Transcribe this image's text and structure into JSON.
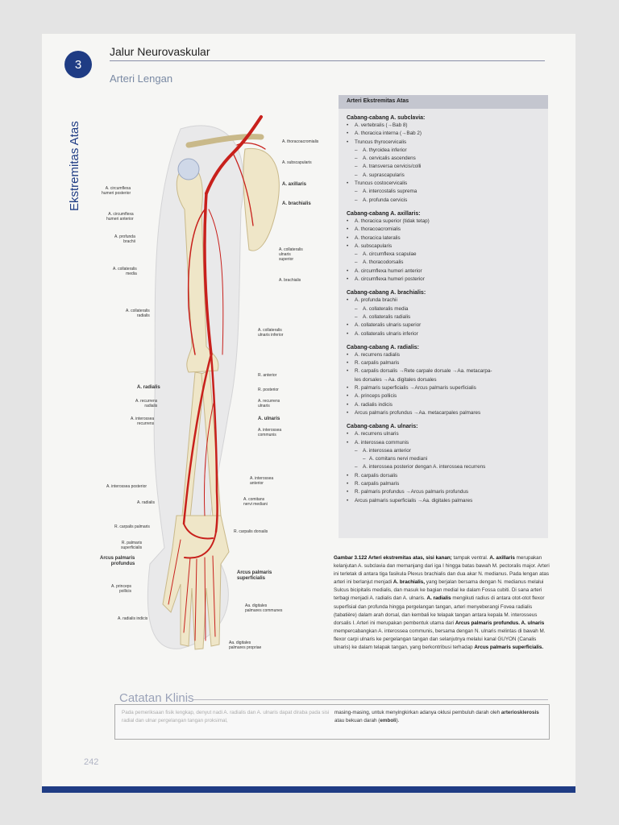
{
  "header": {
    "chapter_number": "3",
    "title": "Jalur Neurovaskular",
    "subtitle": "Arteri Lengan",
    "side_label": "Ekstremitas Atas"
  },
  "figure": {
    "labels_right": [
      "A. thoracoacromialis",
      "A. subscapularis",
      "A. axillaris",
      "A. brachialis",
      "A. collateralis\nulnaris\nsuperior",
      "A. brachialis",
      "A. collateralis\nulnaris inferior",
      "R. anterior",
      "R. posterior",
      "A. recurrens\nulnaris",
      "A. ulnaris",
      "A. interossea\ncommunis",
      "A. interossea\nanterior",
      "A. comitans\nnervi mediani",
      "R. carpalis dorsalis",
      "Arcus palmaris\nsuperficialis",
      "Aa. digitales\npalmares communes",
      "Aa. digitales\npalmares propriae"
    ],
    "labels_left": [
      "A. circumflexa\nhumeri posterior",
      "A. circumflexa\nhumeri anterior",
      "A. profunda\nbrachii",
      "A. collateralis\nmedia",
      "A. collateralis\nradialis",
      "A. radialis",
      "A. recurrens\nradialis",
      "A. interossea\nrecurrens",
      "A. interossea posterior",
      "A. radialis",
      "R. carpalis palmaris",
      "R. palmaris\nsuperficialis",
      "Arcus palmaris\nprofundus",
      "A. princeps\npollicis",
      "A. radialis indicis"
    ]
  },
  "table": {
    "title": "Arteri Ekstremitas Atas",
    "groups": [
      {
        "title": "Cabang-cabang A. subclavia:",
        "items": [
          {
            "level": 0,
            "text": "A. vertebralis (→Bab 8)"
          },
          {
            "level": 0,
            "text": "A. thoracica interna (→Bab 2)"
          },
          {
            "level": 0,
            "text": "Truncus thyrocervicalis"
          },
          {
            "level": 1,
            "text": "A. thyroidea inferior"
          },
          {
            "level": 1,
            "text": "A. cervicalis ascendens"
          },
          {
            "level": 1,
            "text": "A. transversa cervicis/colli"
          },
          {
            "level": 1,
            "text": "A. suprascapularis"
          },
          {
            "level": 0,
            "text": "Truncus costocervicalis"
          },
          {
            "level": 1,
            "text": "A. intercostalis suprema"
          },
          {
            "level": 1,
            "text": "A. profunda cervicis"
          }
        ]
      },
      {
        "title": "Cabang-cabang A. axillaris:",
        "items": [
          {
            "level": 0,
            "text": "A. thoracica superior (tidak tetap)"
          },
          {
            "level": 0,
            "text": "A. thoracoacromialis"
          },
          {
            "level": 0,
            "text": "A. thoracica lateralis"
          },
          {
            "level": 0,
            "text": "A. subscapularis"
          },
          {
            "level": 1,
            "text": "A. circumflexa scapulae"
          },
          {
            "level": 1,
            "text": "A. thoracodorsalis"
          },
          {
            "level": 0,
            "text": "A. circumflexa humeri anterior"
          },
          {
            "level": 0,
            "text": "A. circumflexa humeri posterior"
          }
        ]
      },
      {
        "title": "Cabang-cabang A. brachialis:",
        "items": [
          {
            "level": 0,
            "text": "A. profunda brachii"
          },
          {
            "level": 1,
            "text": "A. collateralis media"
          },
          {
            "level": 1,
            "text": "A. collateralis radialis"
          },
          {
            "level": 0,
            "text": "A. collateralis ulnaris superior"
          },
          {
            "level": 0,
            "text": "A. collateralis ulnaris inferior"
          }
        ]
      },
      {
        "title": "Cabang-cabang A. radialis:",
        "items": [
          {
            "level": 0,
            "text": "A. recurrens radialis"
          },
          {
            "level": 0,
            "text": "R. carpalis palmaris"
          },
          {
            "level": 0,
            "text": "R. carpalis dorsalis →Rete carpale dorsale →Aa. metacarpa-"
          },
          {
            "level": "cont",
            "text": "les dorsales →Aa. digitales dorsales"
          },
          {
            "level": 0,
            "text": "R. palmaris superficialis →Arcus palmaris superficialis"
          },
          {
            "level": 0,
            "text": "A. princeps pollicis"
          },
          {
            "level": 0,
            "text": "A. radialis indicis"
          },
          {
            "level": 0,
            "text": "Arcus palmaris profundus →Aa. metacarpales palmares"
          }
        ]
      },
      {
        "title": "Cabang-cabang A. ulnaris:",
        "items": [
          {
            "level": 0,
            "text": "A. recurrens ulnaris"
          },
          {
            "level": 0,
            "text": "A. interossea communis"
          },
          {
            "level": 1,
            "text": "A. interossea anterior"
          },
          {
            "level": 2,
            "text": "A. comitans nervi mediani"
          },
          {
            "level": 1,
            "text": "A. interossea posterior dengan A. interossea recurrens"
          },
          {
            "level": 0,
            "text": "R. carpalis dorsalis"
          },
          {
            "level": 0,
            "text": "R. carpalis palmaris"
          },
          {
            "level": 0,
            "text": "R. palmaris profundus →Arcus palmaris profundus"
          },
          {
            "level": 0,
            "text": "Arcus palmaris superficialis →Aa. digitales palmares"
          }
        ]
      }
    ]
  },
  "caption": {
    "figure_ref": "Gambar 3.122  Arteri ekstremitas atas, sisi kanan;",
    "view": " tampak ventral.",
    "t1_bold": "A. axillaris",
    "t1": " merupakan kelanjutan A. subclavia dan memanjang dari iga I hingga batas bawah M. pectoralis major. Arteri ini terletak di antara tiga fasikula Plexus brachialis dan dua akar N. medianus. Pada lengan atas arteri ini berlanjut menjadi ",
    "t2_bold": "A. brachialis,",
    "t2": " yang berjalan bersama dengan N. medianus melalui Sulcus bicipitalis medialis, dan masuk ke bagian medial ke dalam Fossa cubiti. Di sana arteri terbagi menjadi A. radialis dan A. ulnaris. ",
    "t3_bold": "A. radialis",
    "t3": " mengikuti radius di antara otot-otot flexor superfisial dan profunda hingga pergelangan tangan, arteri menyeberangi Fovea radialis (tabatière) dalam arah dorsal, dan kembali ke telapak tangan antara kepala M. interosseus dorsalis I. Arteri ini merupakan pembentuk utama dari ",
    "t4_bold": "Arcus palmaris profundus. A. ulnaris",
    "t4": " mempercabangkan A. interossea communis, bersama dengan N. ulnaris melintas di bawah M. flexor carpi ulnaris ke pergelangan tangan dan selanjutnya melalui kanal GUYON (Canalis ulnaris) ke dalam telapak tangan, yang berkontribusi terhadap ",
    "t5_bold": "Arcus palmaris superficialis."
  },
  "clinical": {
    "title": "Catatan Klinis",
    "left_text": "Pada pemeriksaan fisik lengkap, denyut nadi A. radialis dan A. ulnaris dapat diraba pada sisi radial dan ulnar pergelangan tangan proksimal,",
    "right_a": "masing-masing, untuk menyingkirkan adanya oklusi pembuluh darah oleh ",
    "right_b_bold": "arteriosklerosis",
    "right_c": " atau bekuan darah (",
    "right_d_bold": "emboli",
    "right_e": ")."
  },
  "page_number": "242",
  "colors": {
    "accent": "#1f3c84",
    "artery": "#c8201c",
    "bone": "#efe6c8"
  }
}
